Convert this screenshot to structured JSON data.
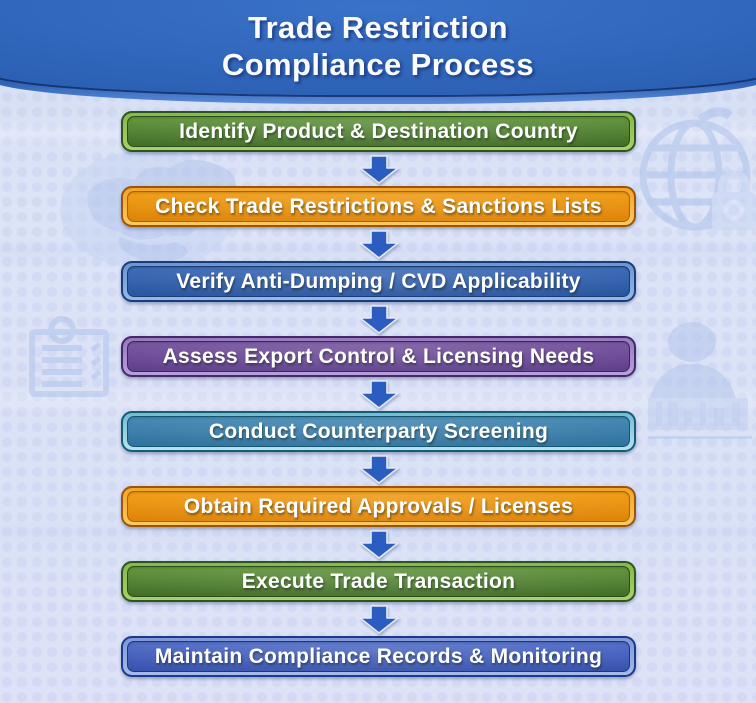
{
  "title": {
    "line1": "Trade Restriction",
    "line2": "Compliance Process"
  },
  "steps": [
    {
      "label": "Identify Product & Destination Country",
      "scheme": "green"
    },
    {
      "label": "Check Trade Restrictions & Sanctions Lists",
      "scheme": "orange"
    },
    {
      "label": "Verify Anti-Dumping / CVD Applicability",
      "scheme": "blue"
    },
    {
      "label": "Assess Export Control & Licensing Needs",
      "scheme": "purple"
    },
    {
      "label": "Conduct Counterparty Screening",
      "scheme": "teal"
    },
    {
      "label": "Obtain Required Approvals / Licenses",
      "scheme": "orange"
    },
    {
      "label": "Execute Trade Transaction",
      "scheme": "green"
    },
    {
      "label": "Maintain Compliance Records & Monitoring",
      "scheme": "royal"
    }
  ],
  "arrow": {
    "direction": "down",
    "color": "#2b5cc0",
    "outline": "#e3eaf8"
  },
  "colors": {
    "banner_top": "#3a72c9",
    "banner_bottom": "#1d4896",
    "banner_stripe": "#5b8ad8",
    "background": "#dde4f7",
    "watermark": "#b7c8ed"
  },
  "palette": {
    "green": {
      "border": "#2d551d",
      "ring_top": "#86b84b",
      "ring_bottom": "#a9d169",
      "fill_top": "#61953a",
      "fill_bottom": "#3f6b27",
      "inner_line": "#2a4f1a"
    },
    "orange": {
      "border": "#9c5409",
      "ring_top": "#f2a426",
      "ring_bottom": "#fbc95d",
      "fill_top": "#f29d12",
      "fill_bottom": "#dd8206",
      "inner_line": "#a85f07"
    },
    "blue": {
      "border": "#163d7c",
      "ring_top": "#6b95d0",
      "ring_bottom": "#94b8e8",
      "fill_top": "#3968b6",
      "fill_bottom": "#27539e",
      "inner_line": "#1b3c74"
    },
    "purple": {
      "border": "#432968",
      "ring_top": "#9678c0",
      "ring_bottom": "#b89fdc",
      "fill_top": "#77539f",
      "fill_bottom": "#5c3e8a",
      "inner_line": "#3c2560"
    },
    "teal": {
      "border": "#135d77",
      "ring_top": "#74bad2",
      "ring_bottom": "#b8e2ee",
      "fill_top": "#4187b3",
      "fill_bottom": "#2d709d",
      "inner_line": "#14566f"
    },
    "royal": {
      "border": "#1c3a8a",
      "ring_top": "#7d97da",
      "ring_bottom": "#a6baec",
      "fill_top": "#4f6cc8",
      "fill_bottom": "#3550ac",
      "inner_line": "#20357f"
    }
  }
}
